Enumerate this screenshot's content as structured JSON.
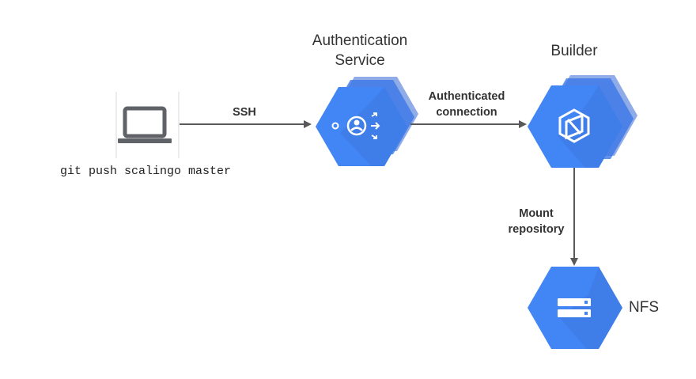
{
  "nodes": {
    "client": {
      "command": "git push scalingo master",
      "icon": "laptop-icon"
    },
    "auth": {
      "title_line1": "Authentication",
      "title_line2": "Service",
      "icon": "identity-icon"
    },
    "builder": {
      "title": "Builder",
      "icon": "build-cube-icon"
    },
    "nfs": {
      "title": "NFS",
      "icon": "storage-icon"
    }
  },
  "edges": {
    "ssh": {
      "label": "SSH"
    },
    "authenticated": {
      "label_line1": "Authenticated",
      "label_line2": "connection"
    },
    "mount": {
      "label_line1": "Mount",
      "label_line2": "repository"
    }
  },
  "colors": {
    "hex_primary": "#4285f4",
    "hex_shadow": "#3367d6",
    "laptop": "#5f6368",
    "edge": "#595959"
  }
}
